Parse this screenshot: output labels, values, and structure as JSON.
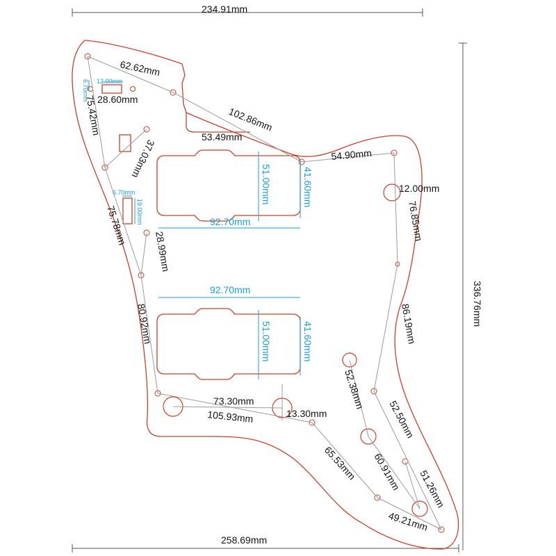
{
  "dimensions": {
    "top_width": "234.91mm",
    "bottom_width": "258.69mm",
    "right_height": "336.76mm",
    "d_62_62": "62.62mm",
    "d_28_60": "28.60mm",
    "d_12_00_small": "12.00mm",
    "d_6_70_small_top": "6.70mm",
    "d_75_42": "75.42mm",
    "d_102_86": "102.86mm",
    "d_53_49": "53.49mm",
    "d_37_03": "37.03mm",
    "d_54_90": "54.90mm",
    "d_12_00": "12.00mm",
    "d_76_85": "76.85mm",
    "d_6_70_small_mid": "6.70mm",
    "d_19_00": "19.00mm",
    "d_75_78": "75.78mm",
    "d_28_99": "28.99mm",
    "d_51_00_top": "51.00mm",
    "d_41_60_top": "41.60mm",
    "d_92_70_top": "92.70mm",
    "d_92_70_bottom": "92.70mm",
    "d_51_00_bottom": "51.00mm",
    "d_41_60_bottom": "41.60mm",
    "d_80_92": "80.92mm",
    "d_86_19": "86.19mm",
    "d_52_38": "52.38mm",
    "d_52_50": "52.50mm",
    "d_73_30": "73.30mm",
    "d_13_30": "13.30mm",
    "d_105_93": "105.93mm",
    "d_65_53": "65.53mm",
    "d_60_91": "60.91mm",
    "d_51_26": "51.26mm",
    "d_49_21": "49.21mm"
  },
  "colors": {
    "outline": "#c8402a",
    "text": "#111111",
    "blue_dimension": "#1aa0d8",
    "leader": "#9a9a9a"
  }
}
